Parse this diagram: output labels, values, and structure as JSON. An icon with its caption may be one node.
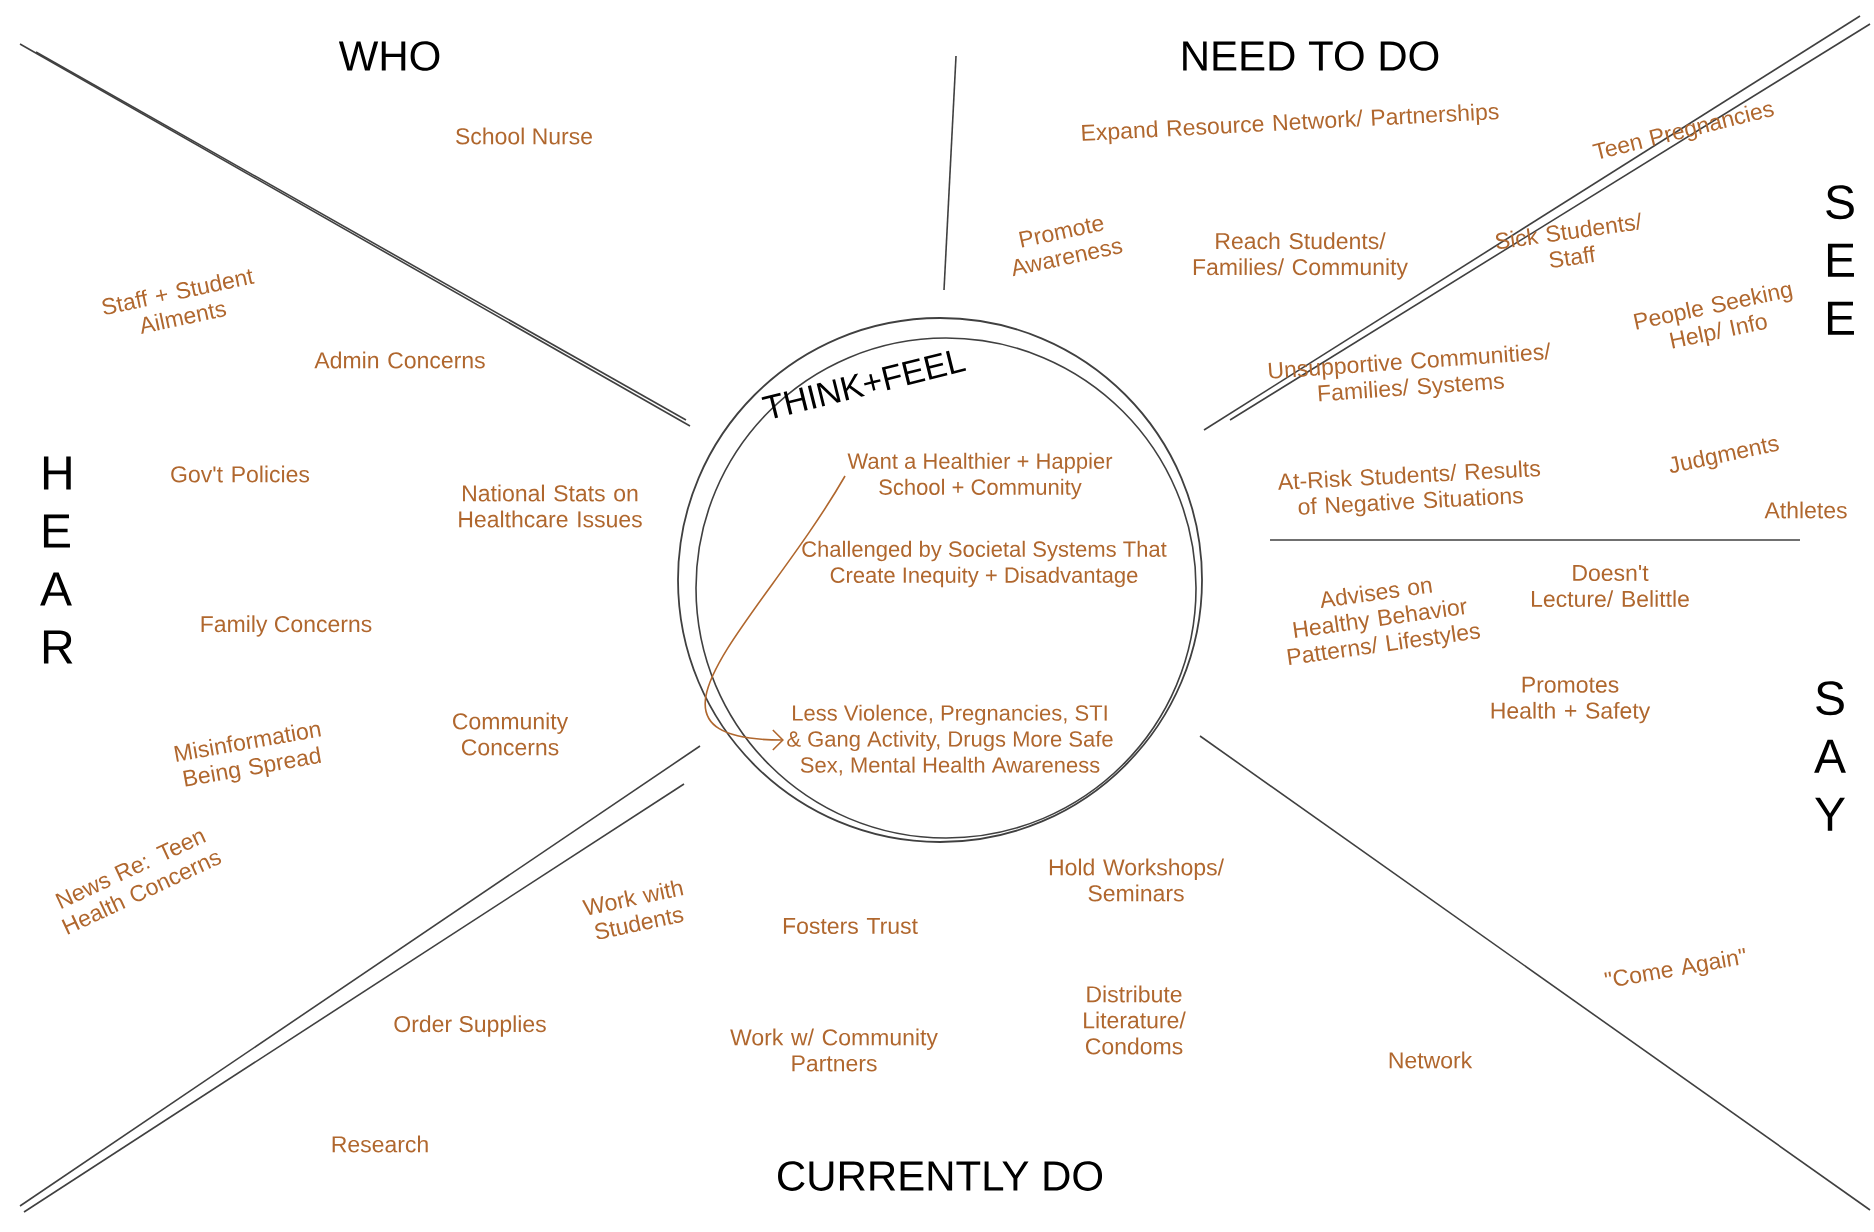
{
  "diagram": {
    "nodes": [
      {
        "text": [
          "THINK+FEEL"
        ]
      },
      {
        "text": [
          "Want a Healthier + Happier School + Community"
        ],
        "in": 0
      },
      {
        "text": [
          "Challenged by Societal Systems That Create Inequity + Disadvantage"
        ],
        "in": 0
      },
      {
        "text": [
          "Less Violence, Pregnancies, STI & Gang Activity, Drugs More Safe Sex, Mental Health Awareness"
        ],
        "in": 0
      }
    ],
    "edges": [
      {
        "from": 1,
        "to": 3,
        "arrow": "to"
      }
    ],
    "labels": [
      "WHO",
      "School Nurse",
      "NEED TO DO",
      "Expand Resource Network/ Partnerships",
      "Promote Awareness",
      "Reach Students/ Families/ Community",
      "Teen Pregnancies",
      "SEE",
      "Sick Students/ Staff",
      "People Seeking Help/ Info",
      "Staff + Student Ailments",
      "Admin Concerns",
      "Unsupportive Communities/ Families/ Systems",
      "HEAR",
      "Gov't Policies",
      "National Stats on Healthcare Issues",
      "At-Risk Students/ Results of Negative Situations",
      "Judgments",
      "Athletes",
      "Family Concerns",
      "Advises on Healthy Behavior Patterns/ Lifestyles",
      "Doesn't Lecture/ Belittle",
      "Promotes Health + Safety",
      "SAY",
      "Misinformation Being Spread",
      "Community Concerns",
      "News Re: Teen Health Concerns",
      "Work with Students",
      "Fosters Trust",
      "Hold Workshops/ Seminars",
      "\"Come Again\"",
      "Order Supplies",
      "Work w/ Community Partners",
      "Distribute Literature/ Condoms",
      "Network",
      "Research",
      "CURRENTLY DO"
    ]
  }
}
